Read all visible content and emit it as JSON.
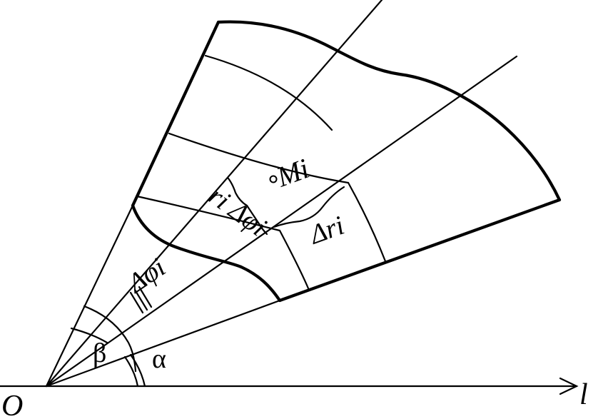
{
  "diagram": {
    "labels": {
      "origin": "O",
      "axis": "l",
      "alpha": "α",
      "beta": "β",
      "delta_phi_i": "Δφi",
      "point": "Mi",
      "delta_r_i": "Δri",
      "arc_length": "ri Δφi"
    }
  }
}
